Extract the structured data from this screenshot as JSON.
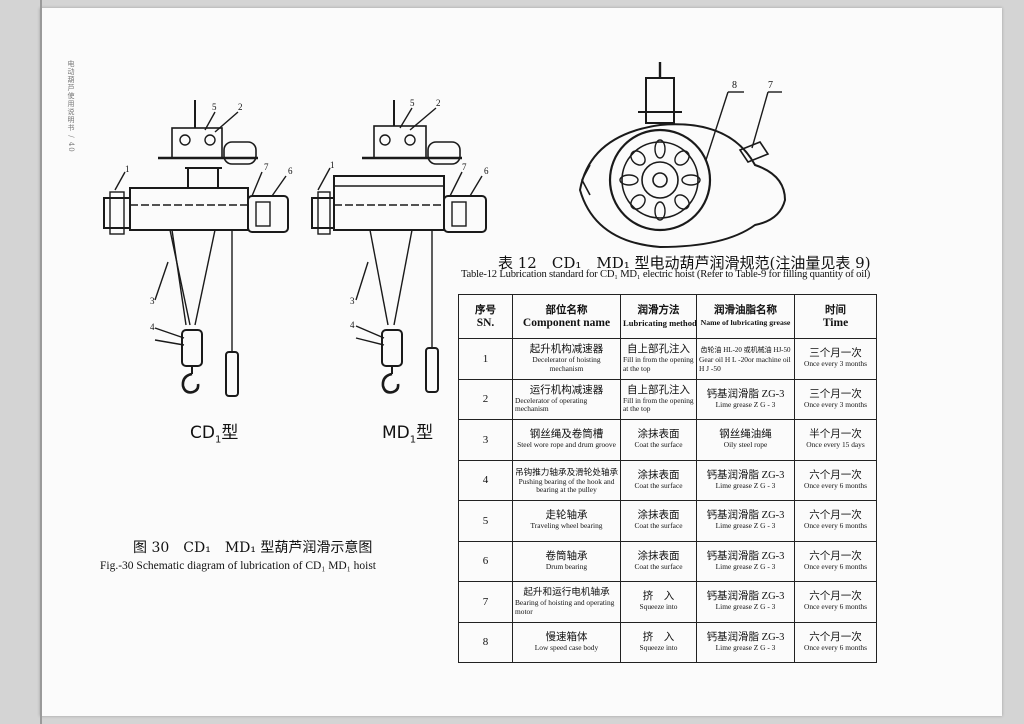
{
  "side_note": "电动葫芦使用说明书 / 40",
  "figure": {
    "label_cd1": {
      "main": "CD",
      "sub": "1",
      "suffix": "型"
    },
    "label_md1": {
      "main": "MD",
      "sub": "1",
      "suffix": "型"
    },
    "callouts": {
      "cd1": [
        "1",
        "5",
        "2",
        "7",
        "6",
        "3",
        "4"
      ],
      "md1": [
        "1",
        "5",
        "2",
        "7",
        "6",
        "3",
        "4"
      ],
      "end_view": [
        "8",
        "7"
      ]
    },
    "caption_cn": "图 30　CD₁　MD₁ 型葫芦润滑示意图",
    "caption_en": "Fig.-30 Schematic diagram of lubrication of CD₁ MD₁ hoist"
  },
  "table": {
    "title_cn": "表 12　CD₁　MD₁ 型电动葫芦润滑规范(注油量见表 9)",
    "title_en": "Table-12 Lubrication standard for CD₁ MD₁ electric hoist (Refer to Table-9 for filling quantity of oil)",
    "headers": [
      {
        "cn": "序号",
        "en": "SN."
      },
      {
        "cn": "部位名称",
        "en": "Component name"
      },
      {
        "cn": "润滑方法",
        "en": "Lubricating method"
      },
      {
        "cn": "润滑油脂名称",
        "en": "Name of lubricating grease"
      },
      {
        "cn": "时间",
        "en": "Time"
      }
    ],
    "rows": [
      {
        "sn": "1",
        "part_cn": "起升机构减速器",
        "part_en": "Decelerator of hoisting mechanism",
        "method_cn": "自上部孔注入",
        "method_en": "Fill in from the opening at the top",
        "grease_cn": "齿轮油 HL-20 或机械油 HJ-50",
        "grease_en": "Gear oil H L -20or machine oil H J -50",
        "time_cn": "三个月一次",
        "time_en": "Once every 3 months"
      },
      {
        "sn": "2",
        "part_cn": "运行机构减速器",
        "part_en": "Decelerator of operating mechanism",
        "method_cn": "自上部孔注入",
        "method_en": "Fill in from the opening at the top",
        "grease_cn": "钙基润滑脂 ZG-3",
        "grease_en": "Lime grease Z G - 3",
        "time_cn": "三个月一次",
        "time_en": "Once every 3 months"
      },
      {
        "sn": "3",
        "part_cn": "钢丝绳及卷筒槽",
        "part_en": "Steel wore rope and drum groove",
        "method_cn": "涂抹表面",
        "method_en": "Coat the surface",
        "grease_cn": "钢丝绳油绳",
        "grease_en": "Oily steel rope",
        "time_cn": "半个月一次",
        "time_en": "Once every 15 days"
      },
      {
        "sn": "4",
        "part_cn": "吊钩推力轴承及滑轮处轴承",
        "part_en": "Pushing bearing of the hook and bearing at the pulley",
        "method_cn": "涂抹表面",
        "method_en": "Coat the surface",
        "grease_cn": "钙基润滑脂 ZG-3",
        "grease_en": "Lime grease Z G - 3",
        "time_cn": "六个月一次",
        "time_en": "Once every 6 months"
      },
      {
        "sn": "5",
        "part_cn": "走轮轴承",
        "part_en": "Traveling wheel bearing",
        "method_cn": "涂抹表面",
        "method_en": "Coat the surface",
        "grease_cn": "钙基润滑脂 ZG-3",
        "grease_en": "Lime grease Z G - 3",
        "time_cn": "六个月一次",
        "time_en": "Once every 6 months"
      },
      {
        "sn": "6",
        "part_cn": "卷筒轴承",
        "part_en": "Drum bearing",
        "method_cn": "涂抹表面",
        "method_en": "Coat the surface",
        "grease_cn": "钙基润滑脂 ZG-3",
        "grease_en": "Lime grease Z G - 3",
        "time_cn": "六个月一次",
        "time_en": "Once every 6 months"
      },
      {
        "sn": "7",
        "part_cn": "起升和运行电机轴承",
        "part_en": "Bearing of hoisting and operating motor",
        "method_cn": "挤　入",
        "method_en": "Squeeze into",
        "grease_cn": "钙基润滑脂 ZG-3",
        "grease_en": "Lime grease Z G - 3",
        "time_cn": "六个月一次",
        "time_en": "Once every 6 months"
      },
      {
        "sn": "8",
        "part_cn": "慢速箱体",
        "part_en": "Low speed case body",
        "method_cn": "挤　入",
        "method_en": "Squeeze into",
        "grease_cn": "钙基润滑脂 ZG-3",
        "grease_en": "Lime grease Z G - 3",
        "time_cn": "六个月一次",
        "time_en": "Once every 6 months"
      }
    ]
  }
}
